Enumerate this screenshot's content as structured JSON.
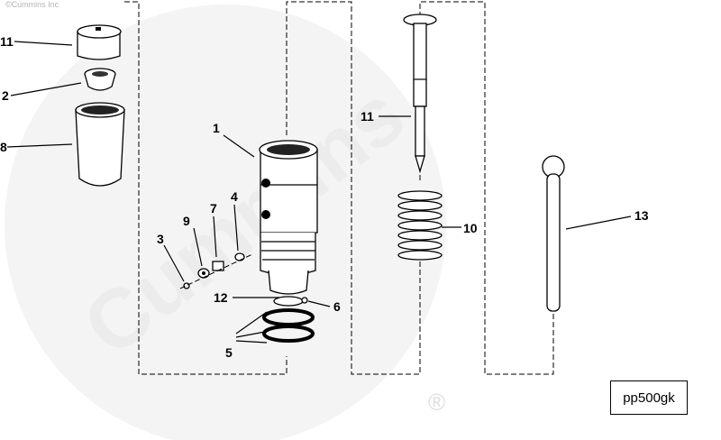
{
  "copyright": "©Cummins Inc",
  "watermark": {
    "text": "Cummins",
    "registered_mark": "®"
  },
  "reference_code": "pp500gk",
  "callouts": [
    {
      "id": "c11a",
      "text": "11"
    },
    {
      "id": "c2",
      "text": "2"
    },
    {
      "id": "c8",
      "text": "8"
    },
    {
      "id": "c1",
      "text": "1"
    },
    {
      "id": "c9",
      "text": "9"
    },
    {
      "id": "c7",
      "text": "7"
    },
    {
      "id": "c4",
      "text": "4"
    },
    {
      "id": "c3",
      "text": "3"
    },
    {
      "id": "c12",
      "text": "12"
    },
    {
      "id": "c6",
      "text": "6"
    },
    {
      "id": "c5",
      "text": "5"
    },
    {
      "id": "c11b",
      "text": "11"
    },
    {
      "id": "c10",
      "text": "10"
    },
    {
      "id": "c13",
      "text": "13"
    }
  ],
  "colors": {
    "line": "#000000",
    "watermark": "#ececec",
    "background": "#ffffff"
  }
}
